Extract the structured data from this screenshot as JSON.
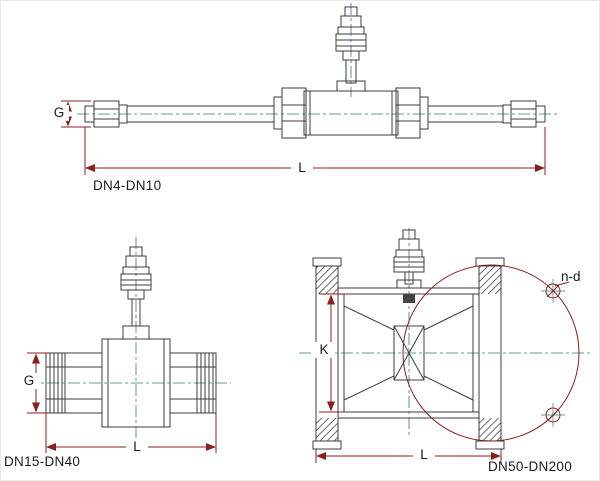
{
  "colors": {
    "background": "#ffffff",
    "line": "#3c3c3c",
    "dimension": "#8b1f1f",
    "centerline": "#2e7d7d"
  },
  "drawings": {
    "dn4_dn10": {
      "caption": "DN4-DN10",
      "dims": {
        "g": "G",
        "l": "L"
      }
    },
    "dn15_dn40": {
      "caption": "DN15-DN40",
      "dims": {
        "g": "G",
        "l": "L"
      }
    },
    "dn50_dn200": {
      "caption": "DN50-DN200",
      "dims": {
        "k": "K",
        "l": "L",
        "bolt_holes": "n-d"
      }
    }
  }
}
